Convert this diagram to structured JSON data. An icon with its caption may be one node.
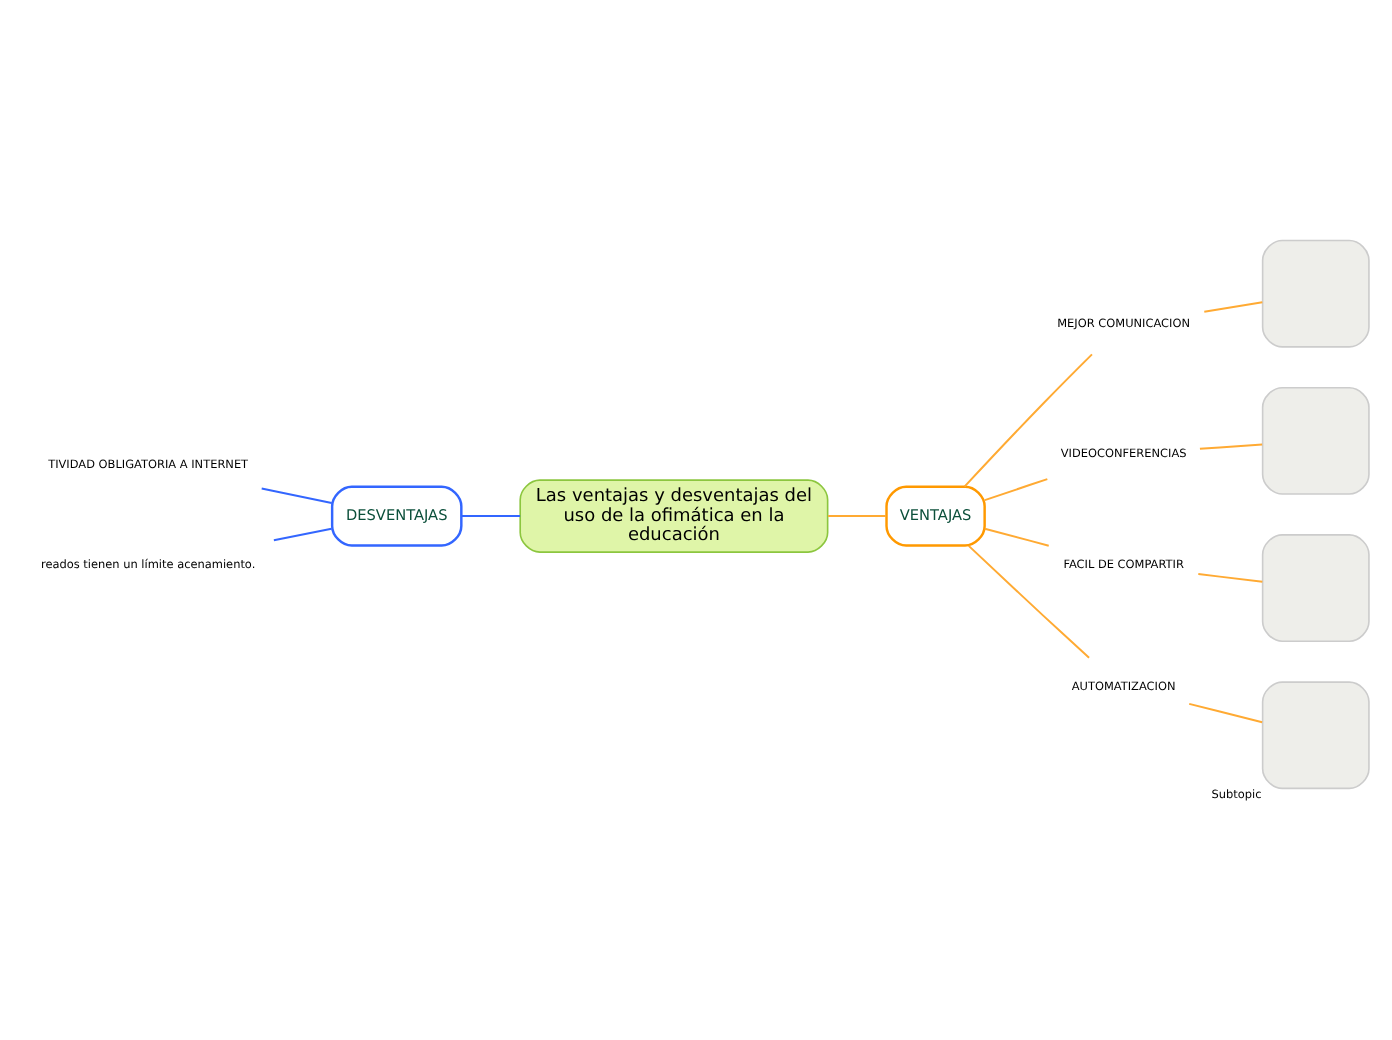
{
  "diagram": {
    "nodes": [
      {
        "text": [
          "Las ventajas y desventajas del uso de la ofimática en la educación"
        ]
      },
      {
        "text": [
          "DESVENTAJAS"
        ]
      },
      {
        "text": [
          "TIVIDAD OBLIGATORIA A INTERNET"
        ]
      },
      {
        "text": [
          "reados tienen un límite acenamiento."
        ]
      },
      {
        "text": [
          "VENTAJAS"
        ]
      },
      {
        "text": [
          "MEJOR COMUNICACION"
        ]
      },
      {
        "text": [],
        "shape": "box"
      },
      {
        "text": [
          "VIDEOCONFERENCIAS"
        ]
      },
      {
        "text": [],
        "shape": "box"
      },
      {
        "text": [
          "FACIL DE COMPARTIR"
        ]
      },
      {
        "text": [],
        "shape": "box"
      },
      {
        "text": [
          "AUTOMATIZACION"
        ]
      },
      {
        "text": [],
        "shape": "box",
        "beside": [
          "Subtopic"
        ]
      }
    ],
    "edges": [
      {
        "from": 0,
        "to": 1,
        "arrow": "none",
        "color": "#3366ff"
      },
      {
        "from": 1,
        "to": 2,
        "arrow": "none",
        "color": "#3366ff"
      },
      {
        "from": 1,
        "to": 3,
        "arrow": "none",
        "color": "#3366ff"
      },
      {
        "from": 0,
        "to": 4,
        "arrow": "none"
      },
      {
        "from": 4,
        "to": 5,
        "arrow": "none"
      },
      {
        "from": 5,
        "to": 6,
        "arrow": "none"
      },
      {
        "from": 4,
        "to": 7,
        "arrow": "none"
      },
      {
        "from": 7,
        "to": 8,
        "arrow": "none"
      },
      {
        "from": 4,
        "to": 9,
        "arrow": "none"
      },
      {
        "from": 9,
        "to": 10,
        "arrow": "none"
      },
      {
        "from": 4,
        "to": 11,
        "arrow": "none"
      },
      {
        "from": 11,
        "to": 12,
        "arrow": "none"
      }
    ]
  }
}
